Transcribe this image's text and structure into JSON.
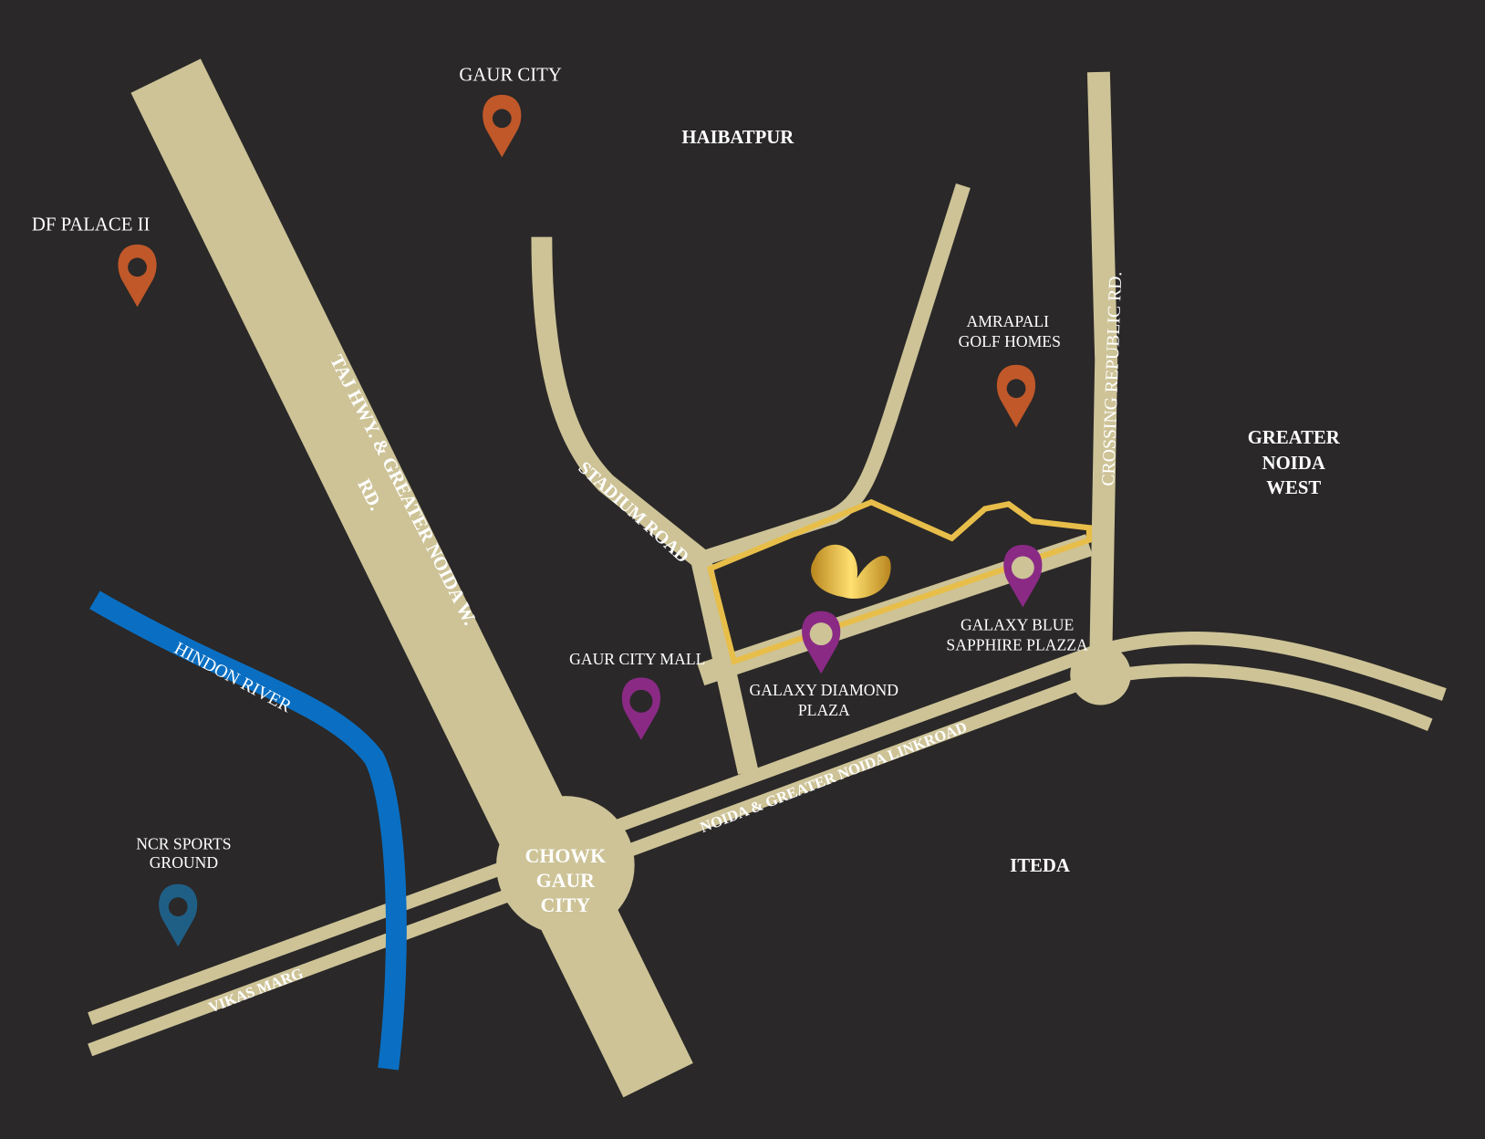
{
  "colors": {
    "background": "#2a2828",
    "road": "#cdc397",
    "river": "#0a6fc2",
    "pin_orange": "#c0582a",
    "pin_purple": "#8a2a85",
    "pin_blue": "#1f5f86",
    "boundary": "#e8be4a"
  },
  "areas": {
    "haibatpur": "HAIBATPUR",
    "greater_noida_west": [
      "GREATER",
      "NOIDA",
      "WEST"
    ],
    "iteda": "ITEDA"
  },
  "roads": {
    "taj": "TAJ HWY. & GREATER NOIDA W.",
    "taj2": "RD.",
    "stadium": "STADIUM ROAD",
    "crossing": "CROSSING REPUBLIC RD.",
    "linkroad": "NOIDA & GREATER NOIDA LINKROAD",
    "vikas": "VIKAS MARG",
    "hindon": "HINDON RIVER"
  },
  "chowk": [
    "CHOWK",
    "GAUR",
    "CITY"
  ],
  "pins": {
    "gaur_city": "GAUR CITY",
    "df_palace": "DF PALACE II",
    "amrapali": [
      "AMRAPALI",
      "GOLF HOMES"
    ],
    "gaur_mall": "GAUR CITY MALL",
    "diamond": [
      "GALAXY DIAMOND",
      "PLAZA"
    ],
    "sapphire": [
      "GALAXY BLUE",
      "SAPPHIRE PLAZZA"
    ],
    "ncr": [
      "NCR SPORTS",
      "GROUND"
    ]
  }
}
